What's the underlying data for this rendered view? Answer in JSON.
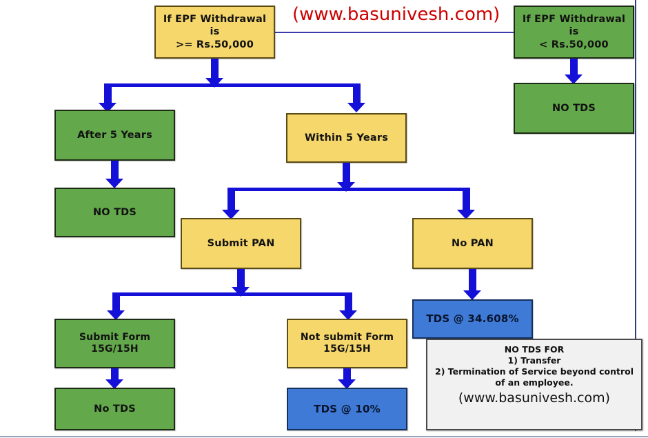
{
  "title": "EPF Withdrawal TDS Flowchart",
  "watermark": {
    "top": "(www.basunivesh.com)",
    "note": "(www.basunivesh.com)"
  },
  "colors": {
    "yellow": "#f6d76b",
    "green": "#63a84a",
    "blue": "#3f7bd6",
    "arrow": "#1510d8",
    "watermark_red": "#cc0000",
    "note_bg": "#f1f1f1"
  },
  "nodes": {
    "root_ge": "If EPF Withdrawal\nis\n>= Rs.50,000",
    "root_lt": "If EPF Withdrawal\nis\n< Rs.50,000",
    "lt_no_tds": "NO TDS",
    "after_5_years": "After 5 Years",
    "within_5_years": "Within 5 Years",
    "after5_no_tds": "NO TDS",
    "submit_pan": "Submit PAN",
    "no_pan": "No PAN",
    "submit_form": "Submit Form\n15G/15H",
    "not_submit_form": "Not submit Form\n15G/15H",
    "form_no_tds": "No TDS",
    "tds_10": "TDS @ 10%",
    "tds_34608": "TDS @ 34.608%"
  },
  "note": {
    "line1": "NO TDS FOR",
    "line2": "1) Transfer",
    "line3": "2) Termination of Service beyond control",
    "line4": "of an employee.",
    "site": "(www.basunivesh.com)"
  }
}
